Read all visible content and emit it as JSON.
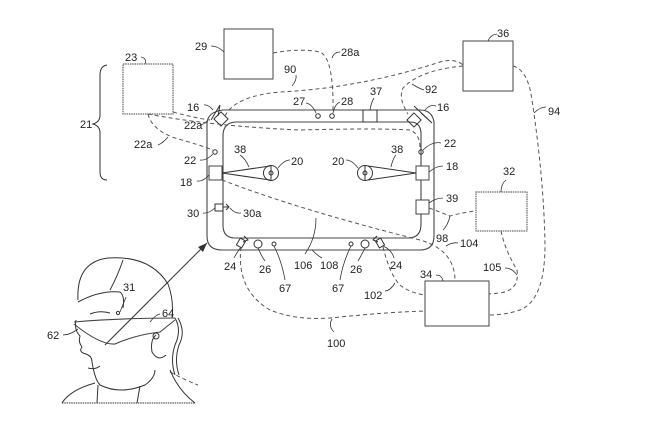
{
  "figure": {
    "type": "patent-drawing",
    "description": "Head-mounted display system block diagram with headset frame, sensors, cameras and external units connected by dashed links"
  },
  "labels": {
    "system": "21",
    "box_23": "23",
    "box_29": "29",
    "box_36": "36",
    "box_32": "32",
    "box_34": "34",
    "link_28a": "28a",
    "link_90": "90",
    "link_92": "92",
    "link_94": "94",
    "link_98": "98",
    "link_100": "100",
    "link_102": "102",
    "link_104": "104",
    "link_105": "105",
    "link_106": "106",
    "link_108": "108",
    "link_22a_upper": "22a",
    "link_22a_lower": "22a",
    "sensor_27": "27",
    "sensor_28": "28",
    "element_37": "37",
    "emitter_16_left": "16",
    "emitter_16_right": "16",
    "sensor_22_left": "22",
    "sensor_22_right": "22",
    "camera_18_left": "18",
    "camera_18_right": "18",
    "lens_20_left": "20",
    "lens_20_right": "20",
    "beam_38_left": "38",
    "beam_38_right": "38",
    "element_39": "39",
    "element_30": "30",
    "element_30a": "30a",
    "emitter_24_left": "24",
    "emitter_24_right": "24",
    "sensor_26_left": "26",
    "sensor_26_right": "26",
    "sensor_67_left": "67",
    "sensor_67_right": "67",
    "headset_31": "31",
    "visor_62": "62",
    "strap_64": "64"
  }
}
